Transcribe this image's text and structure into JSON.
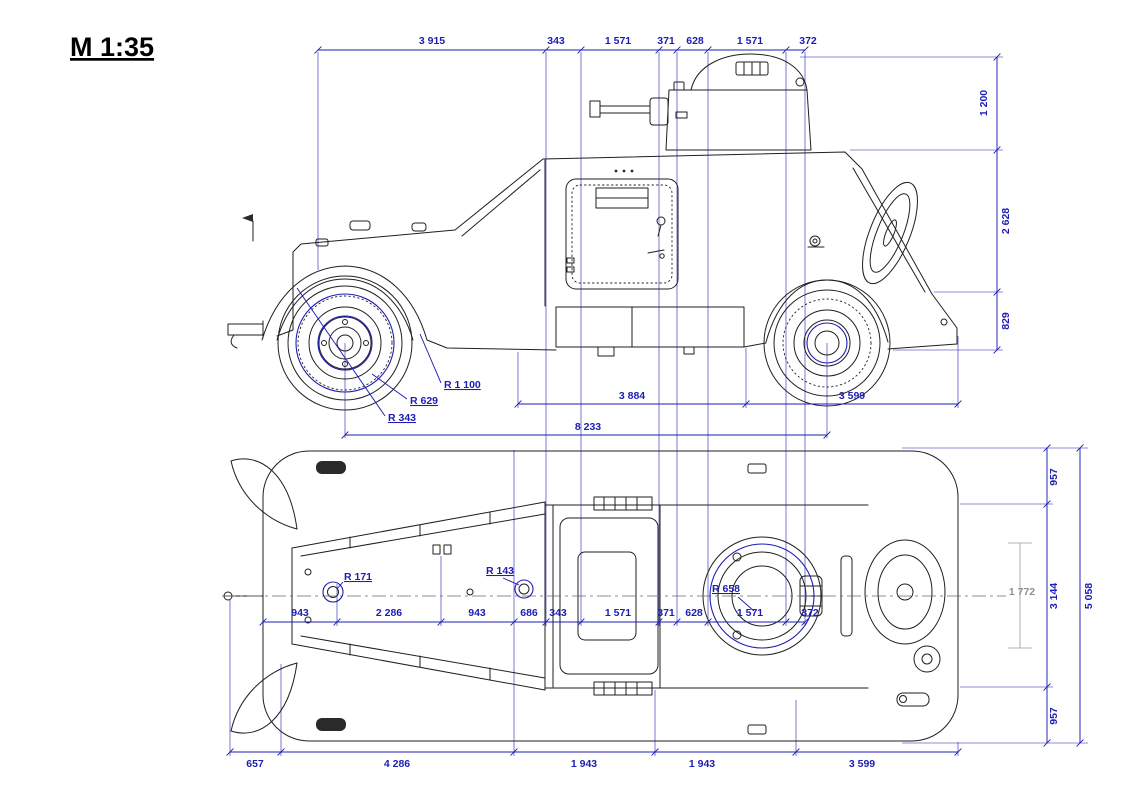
{
  "title": "M 1:35",
  "colors": {
    "dimension_blue": "#1d1db5",
    "line_black": "#1f1f1f",
    "muted_gray": "#8f8f8f"
  },
  "side_view": {
    "top_chain": [
      "3 915",
      "343",
      "1 571",
      "371",
      "628",
      "1 571",
      "372"
    ],
    "right_chain": [
      "1 200",
      "2 628",
      "829"
    ],
    "radius_labels": [
      "R 1 100",
      "R 629",
      "R 343"
    ],
    "lower_dims": [
      "3 884",
      "3 599"
    ],
    "overall_length": "8 233"
  },
  "plan_view": {
    "radius_labels": [
      "R 171",
      "R 143",
      "R 658"
    ],
    "middle_chain": [
      "943",
      "2 286",
      "943",
      "686",
      "343",
      "1 571",
      "371",
      "628",
      "1 571",
      "372"
    ],
    "right_chain": [
      "957",
      "3 144",
      "957"
    ],
    "overall_width": "5 058",
    "track_width": "1 772",
    "bottom_chain": [
      "657",
      "4 286",
      "1 943",
      "1 943",
      "3 599"
    ]
  }
}
